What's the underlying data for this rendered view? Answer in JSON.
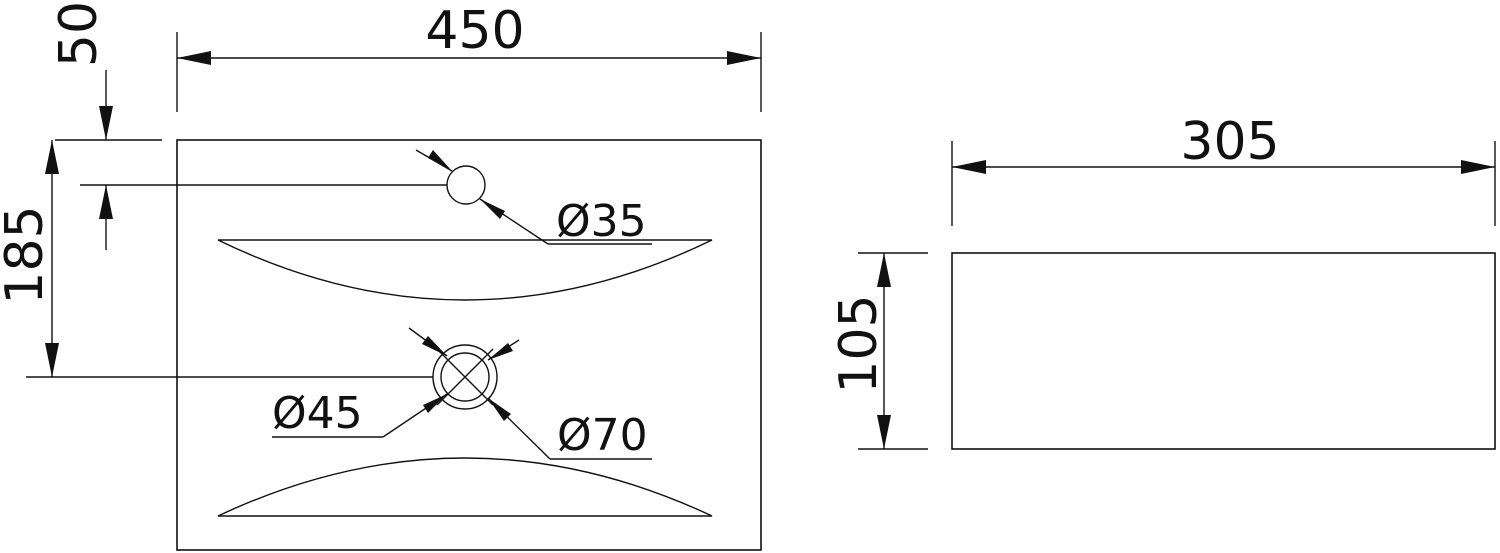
{
  "dimensions": {
    "top_width": "450",
    "hole_offset": "50",
    "drain_offset": "185",
    "side_width": "305",
    "side_height": "105",
    "hole_diameter": "Ø35",
    "drain_inner_diameter": "Ø45",
    "drain_outer_diameter": "Ø70"
  },
  "colors": {
    "line": "#111111",
    "background": "#ffffff"
  }
}
